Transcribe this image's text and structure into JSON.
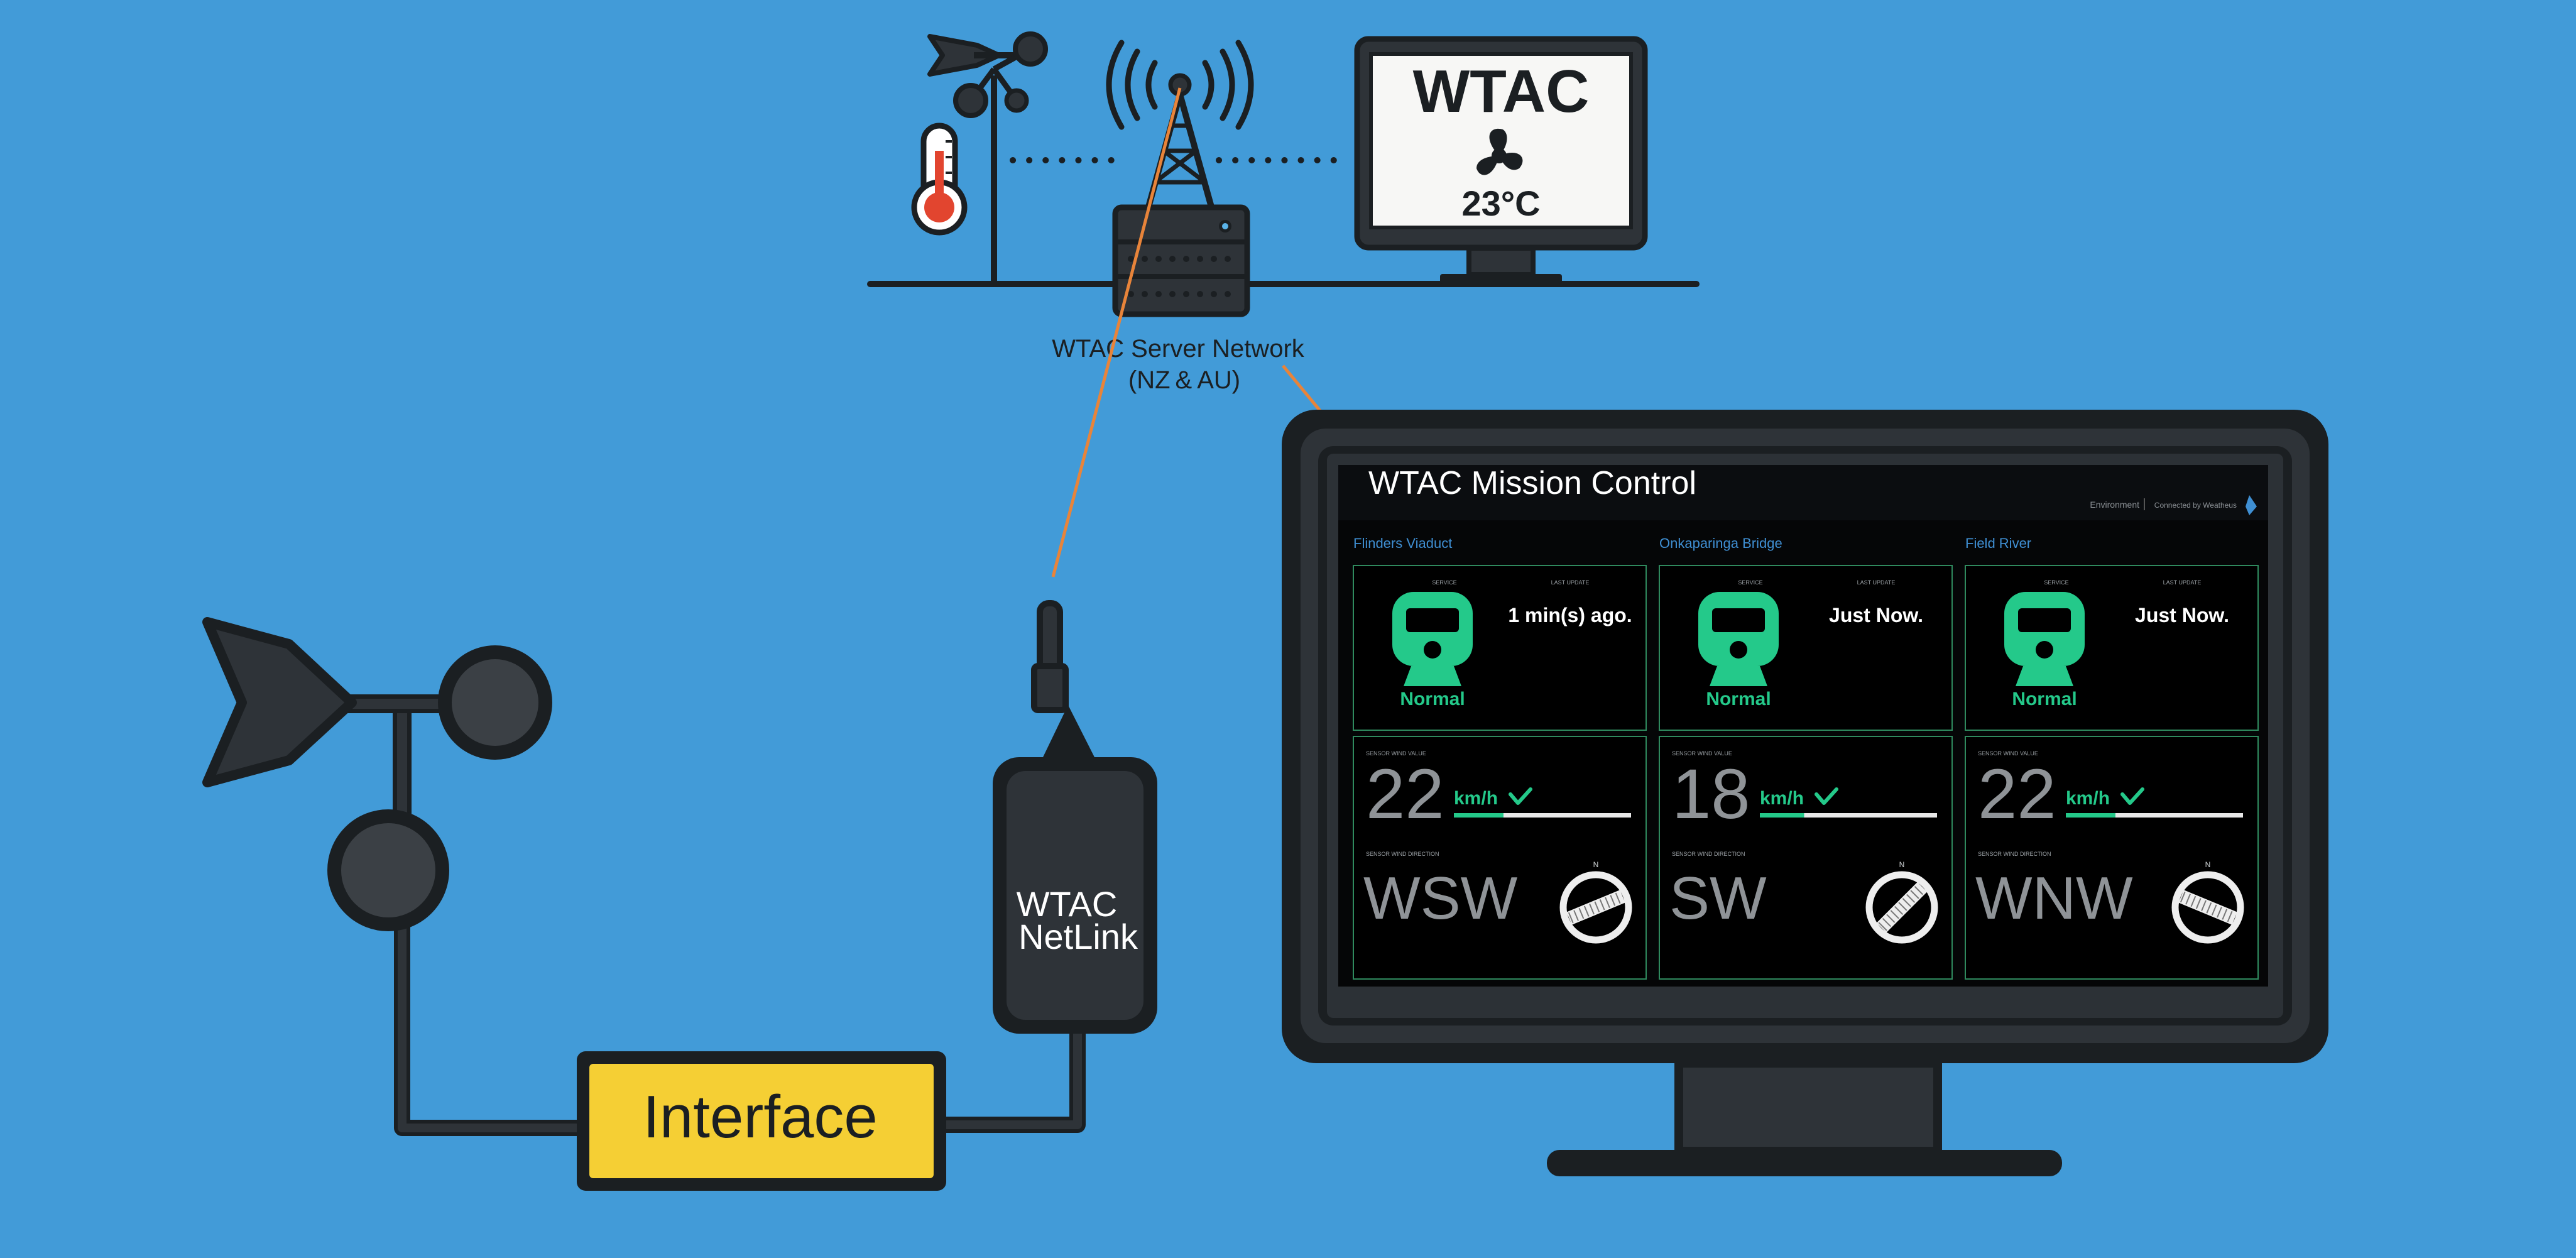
{
  "diagram": {
    "server_label_line1": "WTAC Server Network",
    "server_label_line2": "(NZ & AU)",
    "interface_label": "Interface",
    "netlink_line1": "WTAC",
    "netlink_line2": "NetLink",
    "small_monitor_title": "WTAC",
    "small_monitor_temp": "23°C"
  },
  "dashboard": {
    "title": "WTAC Mission Control",
    "environment_label": "Environment",
    "connected_label": "Connected by Weatheus",
    "service_label": "SERVICE",
    "last_update_label": "LAST UPDATE",
    "wind_value_label": "SENSOR WIND VALUE",
    "wind_direction_label": "SENSOR WIND DIRECTION",
    "north_label": "N",
    "unit": "km/h",
    "sites": [
      {
        "name": "Flinders Viaduct",
        "last_update": "1 min(s) ago.",
        "status": "Normal",
        "speed": "22",
        "speed_fraction": 0.28,
        "direction": "WSW",
        "bearing": 247.5
      },
      {
        "name": "Onkaparinga Bridge",
        "last_update": "Just Now.",
        "status": "Normal",
        "speed": "18",
        "speed_fraction": 0.25,
        "direction": "SW",
        "bearing": 225
      },
      {
        "name": "Field River",
        "last_update": "Just Now.",
        "status": "Normal",
        "speed": "22",
        "speed_fraction": 0.28,
        "direction": "WNW",
        "bearing": 292.5
      }
    ]
  },
  "colors": {
    "background": "#429bd8",
    "outline": "#1b1f22",
    "device_dark": "#2e3338",
    "interface_yellow": "#f5cf34",
    "status_green": "#24c98a",
    "link_orange": "#e8843a",
    "panel_border": "#2f8a5e",
    "site_name_blue": "#3f8fd3",
    "big_value_gray": "#8f9397"
  }
}
